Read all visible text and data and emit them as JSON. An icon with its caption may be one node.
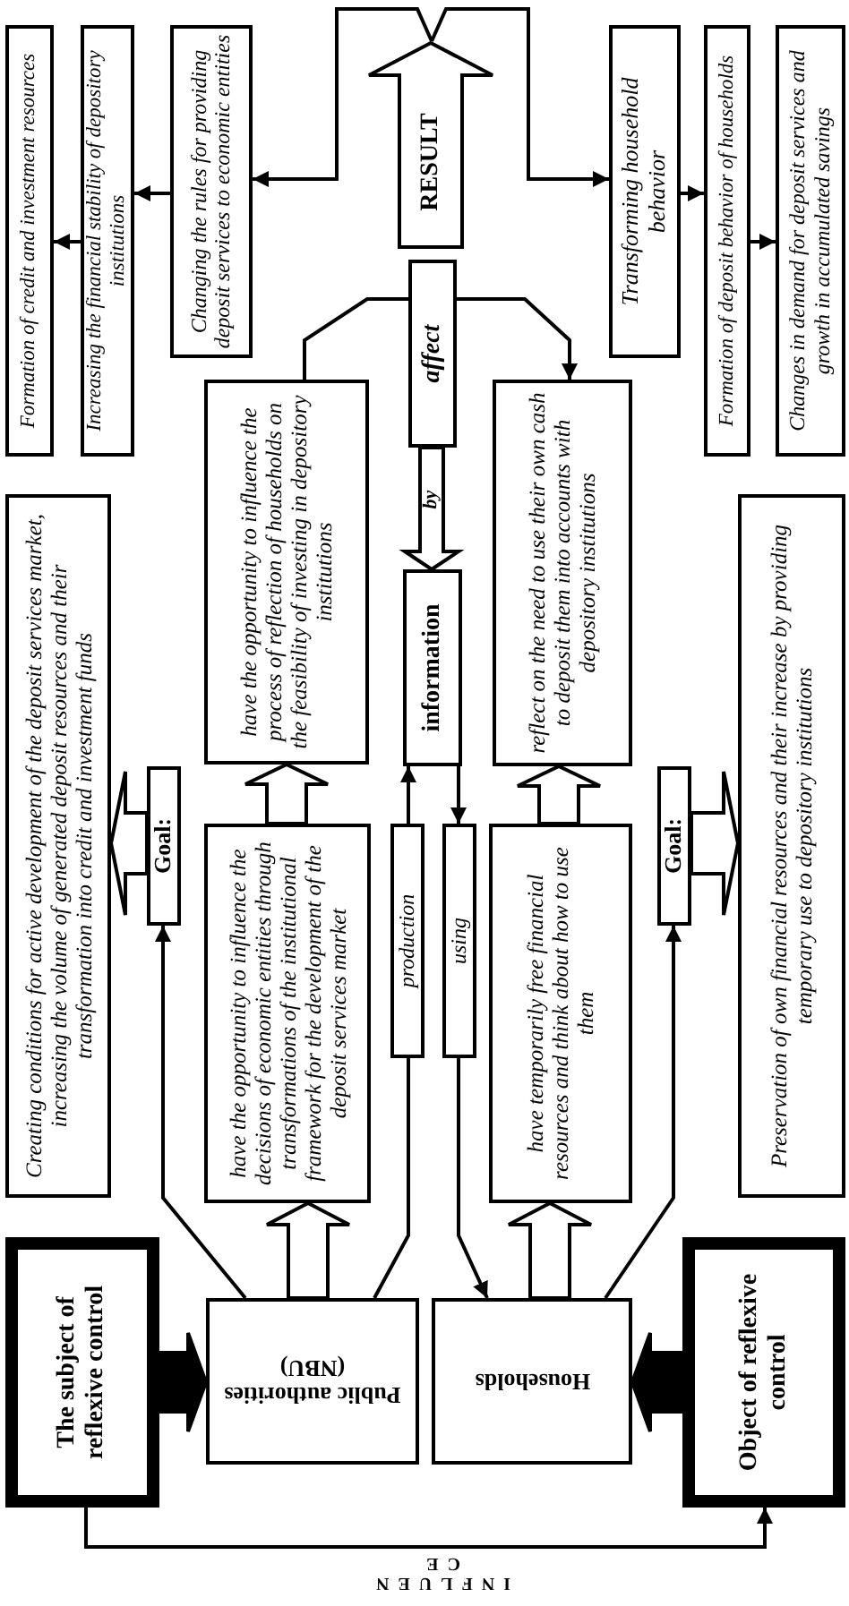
{
  "diagram": {
    "nodes": [
      {
        "text": [
          "The subject of reflexive control"
        ]
      },
      {
        "text": [
          "Public authorities (NBU)"
        ]
      },
      {
        "text": [
          "Households"
        ]
      },
      {
        "text": [
          "Object of reflexive control"
        ]
      },
      {
        "text": [
          "Creating conditions for active development of the deposit services market, increasing the volume of generated deposit resources and their transformation into credit and investment funds"
        ]
      },
      {
        "text": [
          "Goal:"
        ]
      },
      {
        "text": [
          "have the opportunity to influence the decisions of economic entities through transformations of the institutional framework for the development of the deposit services market"
        ]
      },
      {
        "text": [
          "production"
        ]
      },
      {
        "text": [
          "using"
        ]
      },
      {
        "text": [
          "have temporarily free financial resources and think about how to use them"
        ]
      },
      {
        "text": [
          "Goal:"
        ]
      },
      {
        "text": [
          "Preservation of own financial resources and their increase by providing temporary use to depository institutions"
        ]
      },
      {
        "text": [
          "have the opportunity to influence the process of reflection of households on the feasibility of investing in depository institutions"
        ]
      },
      {
        "text": [
          "information"
        ]
      },
      {
        "text": [
          "reflect on the need to use their own cash to deposit them into accounts with depository institutions"
        ]
      },
      {
        "text": [
          "affect"
        ]
      },
      {
        "text": [
          "RESULT"
        ]
      },
      {
        "text": [
          "Changing the rules for providing deposit services to economic entities"
        ]
      },
      {
        "text": [
          "Increasing the financial stability of depository institutions"
        ]
      },
      {
        "text": [
          "Formation of credit and investment resources"
        ]
      },
      {
        "text": [
          "Transforming household behavior"
        ]
      },
      {
        "text": [
          "Formation of deposit behavior of households"
        ]
      },
      {
        "text": [
          "Changes in demand for deposit services and growth in accumulated savings"
        ]
      }
    ],
    "edges": [
      {
        "from": 0,
        "to": 1,
        "arrow": "to",
        "style": "thick"
      },
      {
        "from": 3,
        "to": 2,
        "arrow": "to",
        "style": "thick"
      },
      {
        "from": 0,
        "to": 3,
        "arrow": "to",
        "label": "INFLUEN CE"
      },
      {
        "from": 1,
        "to": 6,
        "arrow": "to",
        "style": "thick"
      },
      {
        "from": 2,
        "to": 9,
        "arrow": "to",
        "style": "thick"
      },
      {
        "from": 1,
        "to": 5,
        "arrow": "to"
      },
      {
        "from": 2,
        "to": 10,
        "arrow": "to"
      },
      {
        "from": 5,
        "to": 4,
        "arrow": "to",
        "style": "thick"
      },
      {
        "from": 10,
        "to": 11,
        "arrow": "to",
        "style": "thick"
      },
      {
        "from": 1,
        "to": 7,
        "arrow": "none"
      },
      {
        "from": 7,
        "to": 13,
        "arrow": "to"
      },
      {
        "from": 13,
        "to": 8,
        "arrow": "to"
      },
      {
        "from": 8,
        "to": 2,
        "arrow": "to"
      },
      {
        "from": 6,
        "to": 12,
        "arrow": "to",
        "style": "thick"
      },
      {
        "from": 9,
        "to": 14,
        "arrow": "to",
        "style": "thick"
      },
      {
        "from": 12,
        "to": 15,
        "arrow": "none"
      },
      {
        "from": 15,
        "to": 14,
        "arrow": "to"
      },
      {
        "from": 16,
        "to": 17,
        "arrow": "to"
      },
      {
        "from": 16,
        "to": 20,
        "arrow": "to"
      },
      {
        "from": 17,
        "to": 18,
        "arrow": "to"
      },
      {
        "from": 18,
        "to": 19,
        "arrow": "to"
      },
      {
        "from": 20,
        "to": 21,
        "arrow": "to"
      },
      {
        "from": 21,
        "to": 22,
        "arrow": "to"
      },
      {
        "from": 15,
        "to": 13,
        "arrow": "to",
        "style": "thick",
        "label": "by"
      }
    ]
  }
}
